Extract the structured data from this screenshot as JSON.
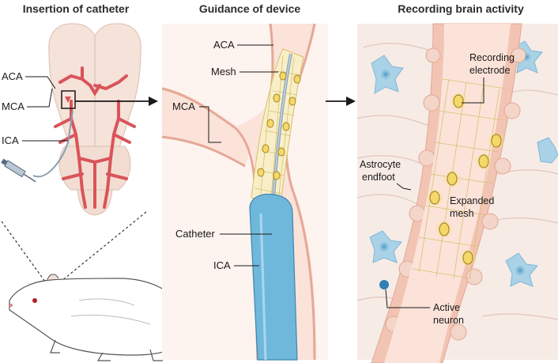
{
  "panels": {
    "insertion": {
      "title": "Insertion of catheter",
      "labels": {
        "aca": "ACA",
        "mca": "MCA",
        "ica": "ICA"
      }
    },
    "guidance": {
      "title": "Guidance of device",
      "labels": {
        "aca": "ACA",
        "mesh": "Mesh",
        "mca": "MCA",
        "catheter": "Catheter",
        "ica": "ICA"
      }
    },
    "recording": {
      "title": "Recording brain activity",
      "labels": {
        "recording_line1": "Recording",
        "recording_line2": "electrode",
        "astro_line1": "Astrocyte",
        "astro_line2": "endfoot",
        "expanded_line1": "Expanded",
        "expanded_line2": "mesh",
        "neuron_line1": "Active",
        "neuron_line2": "neuron"
      }
    }
  },
  "colors": {
    "vessel_wall": "#f2c4b4",
    "vessel_lumen": "#fbe3d9",
    "artery_red": "#d9545a",
    "brain": "#f5e2d8",
    "mesh_yellow": "#f3e3a6",
    "electrode": "#f5d86a",
    "catheter_blue": "#6fb8dc",
    "astrocyte": "#7fb8d8",
    "tissue": "#f7ebe6"
  },
  "icons": [
    "syringe-icon",
    "rat-illustration",
    "brain-illustration",
    "arrow-right-icon"
  ]
}
